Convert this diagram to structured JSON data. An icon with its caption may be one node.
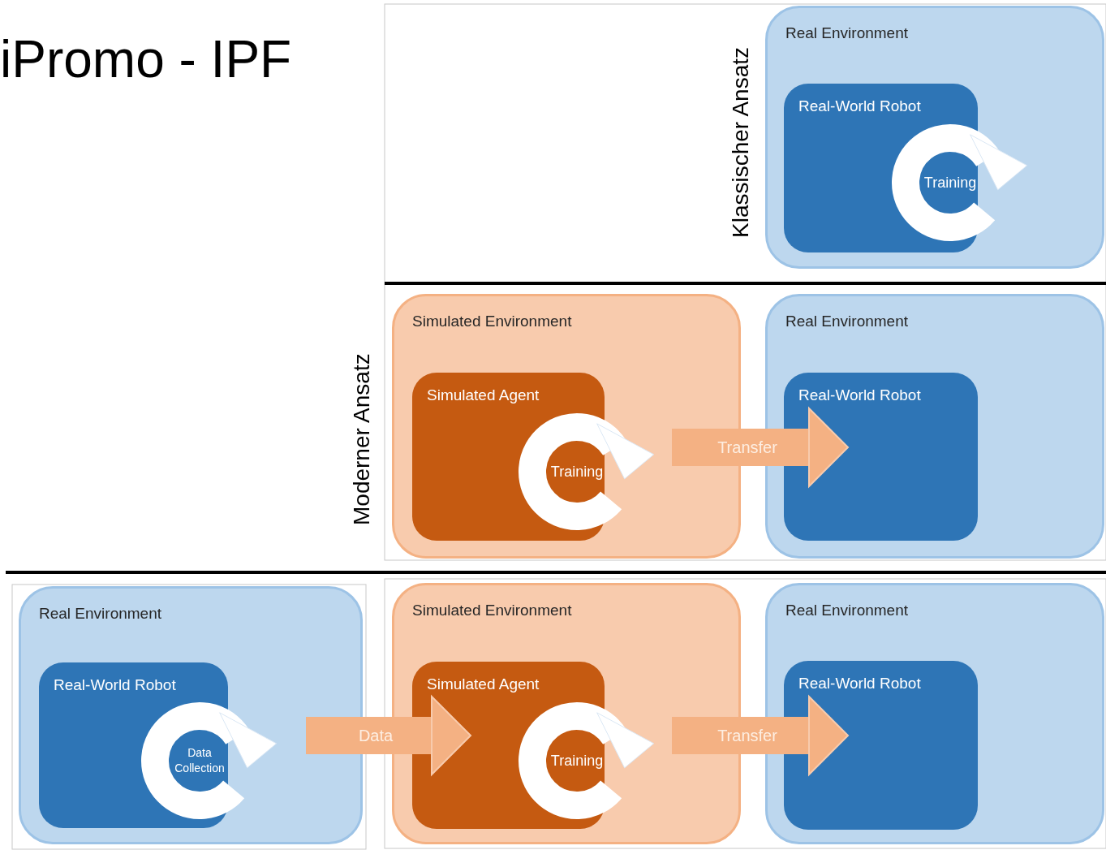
{
  "diagram": {
    "title": "iPromo - IPF",
    "nodes": [
      {
        "text": [
          "Real Environment"
        ]
      },
      {
        "text": [
          "Real-World Robot"
        ],
        "in": 0
      },
      {
        "text": [
          "Training"
        ],
        "in": 1
      },
      {
        "text": [
          "Simulated Environment"
        ]
      },
      {
        "text": [
          "Simulated Agent"
        ],
        "in": 3
      },
      {
        "text": [
          "Training"
        ],
        "in": 4
      },
      {
        "text": [
          "Real Environment"
        ]
      },
      {
        "text": [
          "Real-World Robot"
        ],
        "in": 6
      },
      {
        "text": [
          "Real Environment"
        ]
      },
      {
        "text": [
          "Real-World Robot"
        ],
        "in": 8
      },
      {
        "text": [
          "Data Collection"
        ],
        "in": 9
      },
      {
        "text": [
          "Simulated Environment"
        ]
      },
      {
        "text": [
          "Simulated Agent"
        ],
        "in": 11
      },
      {
        "text": [
          "Training"
        ],
        "in": 12
      },
      {
        "text": [
          "Real Environment"
        ]
      },
      {
        "text": [
          "Real-World Robot"
        ],
        "in": 14
      }
    ],
    "edges": [
      {
        "from": 4,
        "to": 7,
        "arrow": "to",
        "label": "Transfer"
      },
      {
        "from": 9,
        "to": 12,
        "arrow": "to",
        "label": "Data"
      },
      {
        "from": 12,
        "to": 15,
        "arrow": "to",
        "label": "Transfer"
      }
    ],
    "labels": [
      "Klassischer Ansatz",
      "Moderner Ansatz"
    ]
  }
}
